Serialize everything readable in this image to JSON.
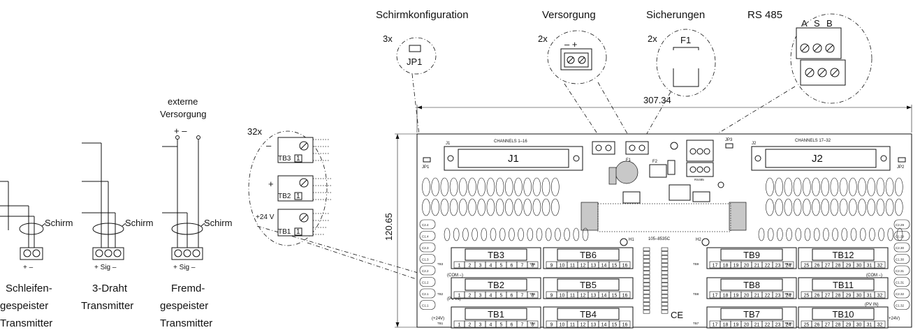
{
  "callouts": {
    "shield_config": "Schirmkonfiguration",
    "supply": "Versorgung",
    "fuses": "Sicherungen",
    "rs485": "RS 485",
    "qty_3x": "3x",
    "qty_2x_supply": "2x",
    "qty_2x_fuse": "2x",
    "qty_32x": "32x",
    "jp1": "JP1",
    "f1": "F1",
    "rs485_pins": [
      "A",
      "S",
      "B"
    ],
    "supply_pins": "– +"
  },
  "dimensions": {
    "width": "307.34",
    "height": "120.65"
  },
  "transmitters": {
    "shield": "Schirm",
    "loop_sign": "+  –",
    "sig_sign": "+ Sig –",
    "external_supply": [
      "externe",
      "Versorgung"
    ],
    "ext_signs": "+    –",
    "loop_name": [
      "Schleifen-",
      "gespeister",
      "Transmitter"
    ],
    "threewire_name": [
      "3-Draht",
      "Transmitter"
    ],
    "external_name": [
      "Fremd-",
      "gespeister",
      "Transmitter"
    ]
  },
  "zoom_terminals": {
    "minus": "–",
    "plus": "+",
    "plus24": "+24 V",
    "tb3": "TB3",
    "tb2": "TB2",
    "tb1": "TB1",
    "pin": "1"
  },
  "board": {
    "channels_left": "CHANNELS 1–16",
    "channels_right": "CHANNELS 17–32",
    "j1": "J1",
    "j2": "J2",
    "jp1": "JP1",
    "jp2": "JP2",
    "jp3": "JP3",
    "f1": "F1",
    "f2": "F2",
    "rs485": "RS485",
    "part_no": "105–8535C",
    "h1": "H1",
    "h2": "H2",
    "com_left": "(COM –)",
    "com_right": "(COM –)",
    "pvin_left": "(PV IN)",
    "pvin_right": "(PV IN)",
    "v24_left": "(+24V)",
    "v24_right": "(+24V)",
    "ce": "CE",
    "terminal_blocks": [
      {
        "name": "TB3",
        "pins": [
          "1",
          "2",
          "3",
          "4",
          "5",
          "6",
          "7",
          "8"
        ]
      },
      {
        "name": "TB2",
        "pins": [
          "1",
          "2",
          "3",
          "4",
          "5",
          "6",
          "7",
          "8"
        ]
      },
      {
        "name": "TB1",
        "pins": [
          "1",
          "2",
          "3",
          "4",
          "5",
          "6",
          "7",
          "8"
        ]
      },
      {
        "name": "TB6",
        "pins": [
          "9",
          "10",
          "11",
          "12",
          "13",
          "14",
          "15",
          "16"
        ]
      },
      {
        "name": "TB5",
        "pins": [
          "9",
          "10",
          "11",
          "12",
          "13",
          "14",
          "15",
          "16"
        ]
      },
      {
        "name": "TB4",
        "pins": [
          "9",
          "10",
          "11",
          "12",
          "13",
          "14",
          "15",
          "16"
        ]
      },
      {
        "name": "TB9",
        "pins": [
          "17",
          "18",
          "19",
          "20",
          "21",
          "22",
          "23",
          "24"
        ]
      },
      {
        "name": "TB8",
        "pins": [
          "17",
          "18",
          "19",
          "20",
          "21",
          "22",
          "23",
          "24"
        ]
      },
      {
        "name": "TB7",
        "pins": [
          "17",
          "18",
          "19",
          "20",
          "21",
          "22",
          "23",
          "24"
        ]
      },
      {
        "name": "TB12",
        "pins": [
          "25",
          "26",
          "27",
          "28",
          "29",
          "30",
          "31",
          "32"
        ]
      },
      {
        "name": "TB11",
        "pins": [
          "25",
          "26",
          "27",
          "28",
          "29",
          "30",
          "31",
          "32"
        ]
      },
      {
        "name": "TB10",
        "pins": [
          "25",
          "26",
          "27",
          "28",
          "29",
          "30",
          "31",
          "32"
        ]
      }
    ],
    "side_caps_left": [
      "C2.4",
      "C1.4",
      "C2.3",
      "C1.3",
      "C2.2",
      "C1.2",
      "C2.1",
      "C1.1"
    ],
    "side_caps_right": [
      "C2.29",
      "C1.29",
      "C2.30",
      "C1.30",
      "C2.31",
      "C1.31",
      "C2.32",
      "C1.32"
    ]
  }
}
